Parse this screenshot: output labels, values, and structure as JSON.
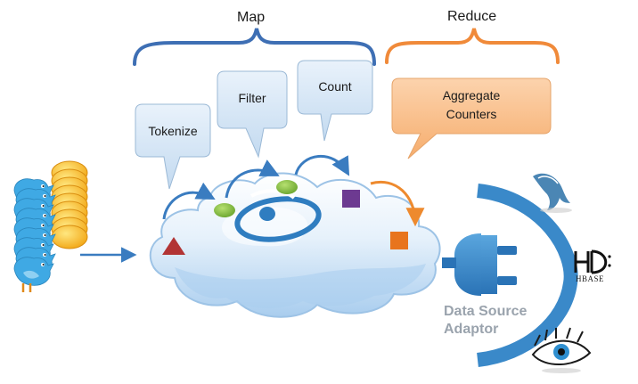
{
  "sections": {
    "map": "Map",
    "reduce": "Reduce"
  },
  "steps": {
    "tokenize": "Tokenize",
    "filter": "Filter",
    "count": "Count",
    "aggregate_line1": "Aggregate",
    "aggregate_line2": "Counters"
  },
  "adaptor": {
    "line1": "Data Source",
    "line2": "Adaptor"
  },
  "targets": {
    "hbase": "HBASE"
  },
  "icons": {
    "source": "twitter-bird-stack-icon",
    "engine": "cloud-icon",
    "mysql": "dolphin-icon",
    "hbase": "hbase-logo-icon",
    "cassandra": "eye-icon",
    "adaptor": "plug-icon"
  },
  "colors": {
    "map_brace": "#3e6fb4",
    "reduce_brace": "#f08a3a",
    "map_bubble": "#d5e6f5",
    "reduce_bubble": "#f9c191",
    "arc": "#3a89c9",
    "arrow": "#3a7cc0",
    "reduce_arrow": "#ee8a2e",
    "triangle": "#b23434",
    "green_token": "#7bb83a",
    "purple_token": "#6d3a91",
    "orange_token": "#e8741d"
  }
}
